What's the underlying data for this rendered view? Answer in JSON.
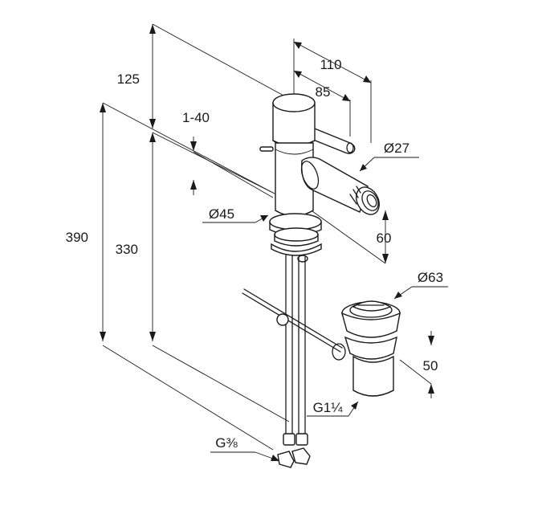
{
  "dimensions": {
    "d125": "125",
    "d110": "110",
    "d85": "85",
    "d1_40": "1-40",
    "d27": "Ø27",
    "d45": "Ø45",
    "d60": "60",
    "d390": "390",
    "d330": "330",
    "d63": "Ø63",
    "d50": "50",
    "g114": "G1¼",
    "g38": "G⅜"
  }
}
